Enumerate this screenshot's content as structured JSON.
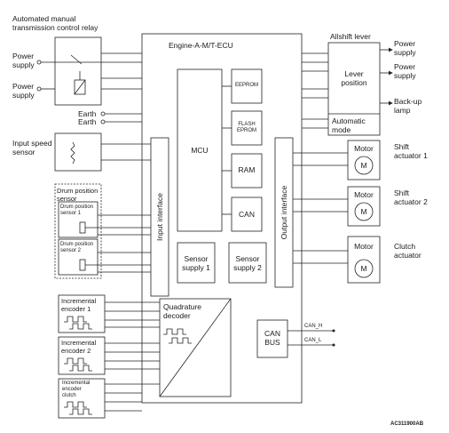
{
  "ecu": {
    "title": "Engine-A-M/T-ECU",
    "mcu": "MCU",
    "eeprom": "EEPROM",
    "flash": "FLASH\nEPROM",
    "ram": "RAM",
    "can": "CAN",
    "input_interface": "Input interface",
    "output_interface": "Output interface",
    "sensor_supply_1": "Sensor\nsupply 1",
    "sensor_supply_2": "Sensor\nsupply 2",
    "quadrature": "Quadrature\ndecoder",
    "can_bus": "CAN\nBUS",
    "can_h": "CAN_H",
    "can_l": "CAN_L"
  },
  "left": {
    "relay_title": "Automated manual\ntransmission control relay",
    "power_supply_1": "Power\nsupply",
    "power_supply_2": "Power\nsupply",
    "earth_1": "Earth",
    "earth_2": "Earth",
    "input_speed": "Input speed\nsensor",
    "drum_title": "Drum position\nsensor",
    "drum_1": "Drum position\nsensor 1",
    "drum_2": "Drum position\nsensor 2",
    "enc_1": "Incremental\nencoder 1",
    "enc_2": "Incremental\nencoder 2",
    "enc_clutch": "Incremental\nencoder\nclutch"
  },
  "right": {
    "allshift": "Allshift lever",
    "power_supply_a": "Power\nsupply",
    "power_supply_b": "Power\nsupply",
    "lever_position": "Lever\nposition",
    "automatic_mode": "Automatic\nmode",
    "backup_lamp": "Back-up\nlamp",
    "motor": "Motor",
    "m": "M",
    "shift_actuator_1": "Shift\nactuator 1",
    "shift_actuator_2": "Shift\nactuator 2",
    "clutch_actuator": "Clutch\nactuator"
  },
  "footer": {
    "code": "AC311900AB"
  }
}
